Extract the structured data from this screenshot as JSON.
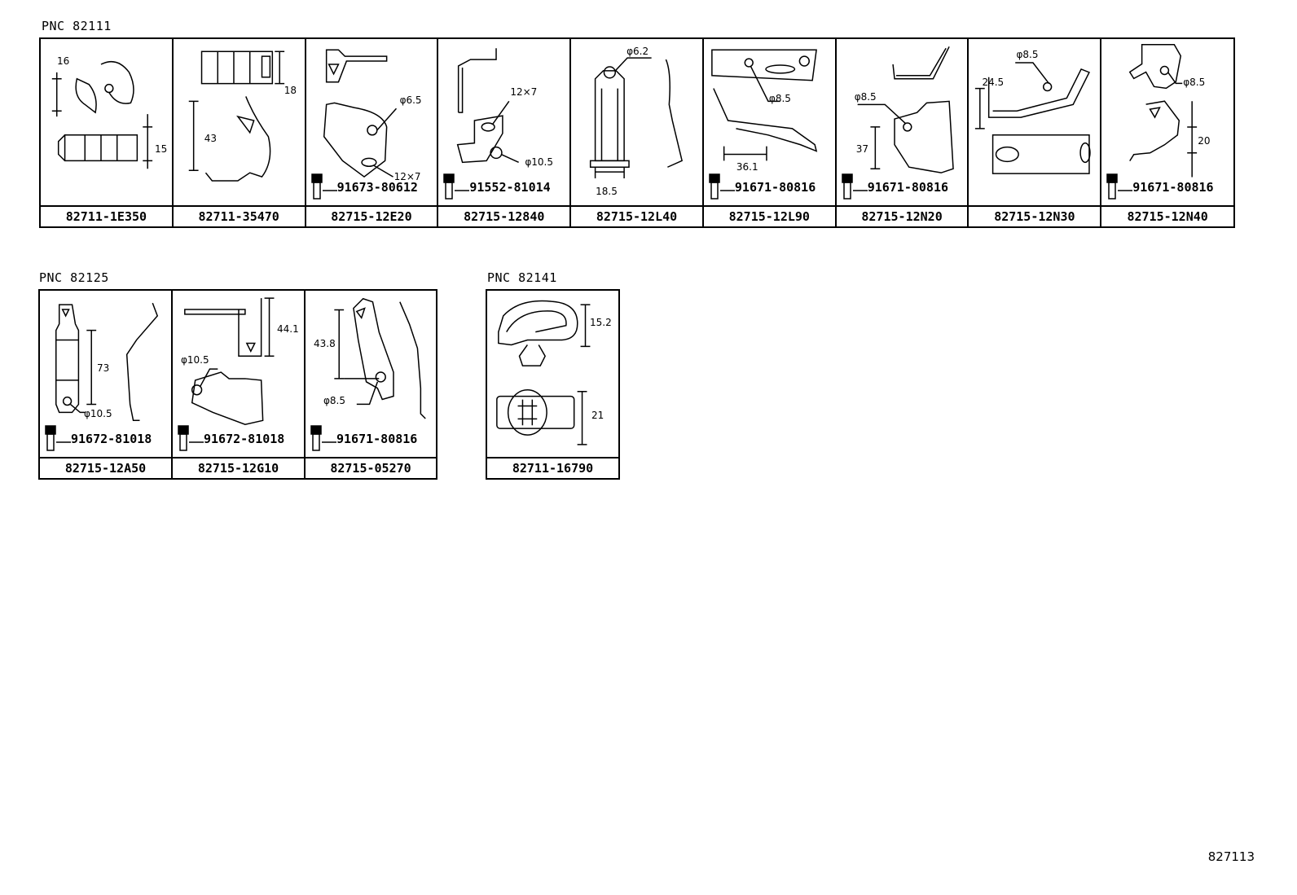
{
  "groups": [
    {
      "pnc": "PNC 82111",
      "cells": [
        {
          "part": "82711-1E350",
          "dims": [
            "16",
            "15"
          ],
          "bolt": ""
        },
        {
          "part": "82711-35470",
          "dims": [
            "18",
            "43"
          ],
          "bolt": ""
        },
        {
          "part": "82715-12E20",
          "dims": [
            "φ6.5",
            "12×7"
          ],
          "bolt": "91673-80612"
        },
        {
          "part": "82715-12840",
          "dims": [
            "12×7",
            "φ10.5"
          ],
          "bolt": "91552-81014"
        },
        {
          "part": "82715-12L40",
          "dims": [
            "φ6.2",
            "18.5"
          ],
          "bolt": ""
        },
        {
          "part": "82715-12L90",
          "dims": [
            "φ8.5",
            "36.1"
          ],
          "bolt": "91671-80816"
        },
        {
          "part": "82715-12N20",
          "dims": [
            "φ8.5",
            "37"
          ],
          "bolt": "91671-80816"
        },
        {
          "part": "82715-12N30",
          "dims": [
            "φ8.5",
            "24.5"
          ],
          "bolt": ""
        },
        {
          "part": "82715-12N40",
          "dims": [
            "φ8.5",
            "20"
          ],
          "bolt": "91671-80816"
        }
      ]
    },
    {
      "pnc": "PNC 82125",
      "cells": [
        {
          "part": "82715-12A50",
          "dims": [
            "73",
            "φ10.5"
          ],
          "bolt": "91672-81018"
        },
        {
          "part": "82715-12G10",
          "dims": [
            "44.1",
            "φ10.5"
          ],
          "bolt": "91672-81018"
        },
        {
          "part": "82715-05270",
          "dims": [
            "43.8",
            "φ8.5"
          ],
          "bolt": "91671-80816"
        }
      ]
    },
    {
      "pnc": "PNC 82141",
      "cells": [
        {
          "part": "82711-16790",
          "dims": [
            "15.2",
            "21"
          ],
          "bolt": ""
        }
      ]
    }
  ],
  "footer": "827113"
}
